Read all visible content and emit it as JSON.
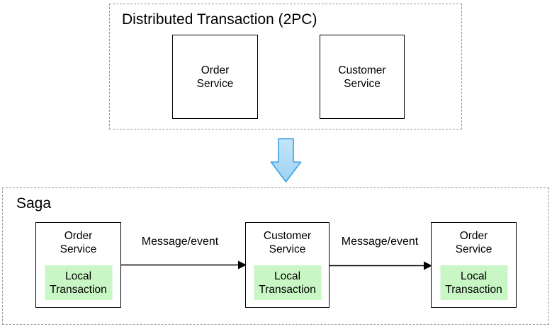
{
  "colors": {
    "box_border": "#000000",
    "dashed_border": "#979797",
    "local_transaction_bg": "#c8f6c4",
    "down_arrow_fill_top": "#c3e6fa",
    "down_arrow_fill_bottom": "#9dd2f2",
    "down_arrow_stroke": "#3ca1df",
    "message_arrow_color": "#000000"
  },
  "top_panel": {
    "title": "Distributed Transaction (2PC)",
    "services": [
      {
        "name": "Order\nService"
      },
      {
        "name": "Customer\nService"
      }
    ]
  },
  "saga_panel": {
    "title": "Saga",
    "services": [
      {
        "name": "Order\nService",
        "inner_label": "Local\nTransaction"
      },
      {
        "name": "Customer\nService",
        "inner_label": "Local\nTransaction"
      },
      {
        "name": "Order\nService",
        "inner_label": "Local\nTransaction"
      }
    ],
    "arrows": [
      {
        "label": "Message/event"
      },
      {
        "label": "Message/event"
      }
    ]
  }
}
